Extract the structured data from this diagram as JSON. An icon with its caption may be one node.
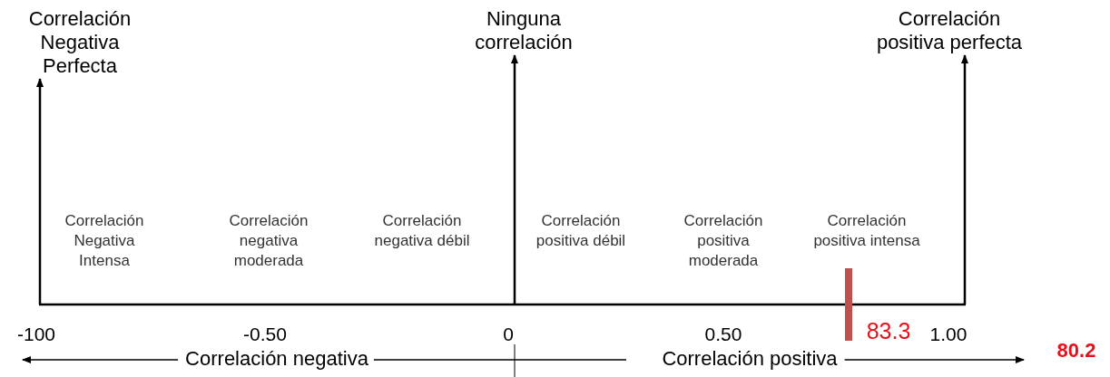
{
  "diagram": {
    "nodes": [
      {
        "text": [
          "Correlación Negativa Perfecta"
        ]
      },
      {
        "text": [
          "Ninguna correlación"
        ]
      },
      {
        "text": [
          "Correlación positiva perfecta"
        ]
      }
    ],
    "edges": [
      {
        "from": null,
        "to": 0,
        "arrow": "to"
      },
      {
        "from": null,
        "to": 1,
        "arrow": "to"
      },
      {
        "from": null,
        "to": 2,
        "arrow": "to"
      }
    ],
    "labels": [
      "Correlación Negativa Intensa",
      "Correlación negativa moderada",
      "Correlación negativa débil",
      "Correlación positiva débil",
      "Correlación positiva moderada",
      "Correlación positiva intensa",
      "-100",
      "-0.50",
      "0",
      "0.50",
      "83.3",
      "1.00",
      "80.2",
      "Correlación negativa",
      "Correlación positiva"
    ]
  }
}
